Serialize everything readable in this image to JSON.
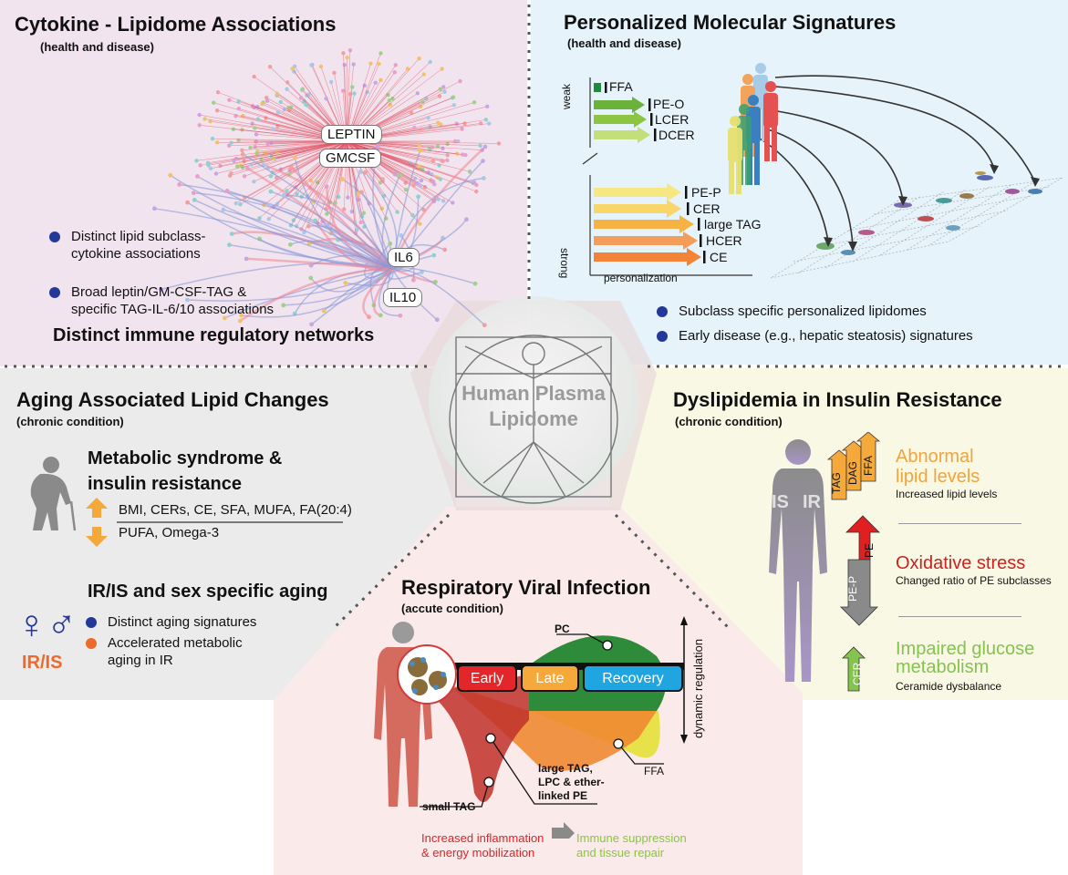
{
  "colors": {
    "blue_dot": "#23399a",
    "orange_dot": "#ee6a2c",
    "pink_panel": "#f2e4ee",
    "blue_panel": "#e6f3fa",
    "grey_panel": "#ebebeb",
    "yellow_panel": "#f8f8e4",
    "red_panel": "#fbeaea"
  },
  "center": {
    "line1": "Human Plasma",
    "line2": "Lipidome"
  },
  "cytokine": {
    "title": "Cytokine - Lipidome Associations",
    "subtitle": "(health and disease)",
    "nodes": {
      "leptin": "LEPTIN",
      "gmcsf": "GMCSF",
      "il6": "IL6",
      "il10": "IL10"
    },
    "bullet1_line1": "Distinct lipid subclass-",
    "bullet1_line2": "cytokine associations",
    "bullet2_line1": "Broad leptin/GM-CSF-TAG &",
    "bullet2_line2": "specific TAG-IL-6/10 associations",
    "footer": "Distinct immune regulatory networks"
  },
  "personalized": {
    "title": "Personalized Molecular Signatures",
    "subtitle": "(health and disease)",
    "weak_label": "weak",
    "strong_label": "strong",
    "axis_label": "personalization",
    "weak_items": [
      "FFA",
      "PE-O",
      "LCER",
      "DCER"
    ],
    "strong_items": [
      "PE-P",
      "CER",
      "large TAG",
      "HCER",
      "CE"
    ],
    "bullet1": "Subclass specific personalized lipidomes",
    "bullet2": "Early disease (e.g., hepatic steatosis) signatures"
  },
  "aging": {
    "title": "Aging Associated Lipid Changes",
    "subtitle": "(chronic condition)",
    "heading1_line1": "Metabolic syndrome &",
    "heading1_line2": "insulin resistance",
    "up_text": "BMI, CERs, CE, SFA, MUFA, FA(20:4)",
    "down_text": "PUFA, Omega-3",
    "heading2": "IR/IS and sex specific aging",
    "irs_label": "IR/IS",
    "bullet1": "Distinct aging signatures",
    "bullet2_line1": "Accelerated metabolic",
    "bullet2_line2": "aging in IR"
  },
  "dyslipidemia": {
    "title": "Dyslipidemia in Insulin Resistance",
    "subtitle": "(chronic condition)",
    "is_label": "IS",
    "ir_label": "IR",
    "arrow_labels": [
      "TAG",
      "DAG",
      "FFA"
    ],
    "abnormal_line1": "Abnormal",
    "abnormal_line2": "lipid levels",
    "abnormal_desc": "Increased lipid levels",
    "pe_label": "PE",
    "pep_label": "PE-P",
    "oxidative": "Oxidative stress",
    "oxidative_desc": "Changed ratio of PE subclasses",
    "cer_label": "CER",
    "glucose_line1": "Impaired glucose",
    "glucose_line2": "metabolism",
    "glucose_desc": "Ceramide dysbalance"
  },
  "viral": {
    "title": "Respiratory Viral Infection",
    "subtitle": "(accute condition)",
    "phases": [
      "Early",
      "Late",
      "Recovery"
    ],
    "pc": "PC",
    "ffa": "FFA",
    "small_tag": "small TAG",
    "large_tag_line1": "large TAG,",
    "large_tag_line2": "LPC & ether-",
    "large_tag_line3": "linked PE",
    "dynamic": "dynamic regulation",
    "inflammation_line1": "Increased inflammation",
    "inflammation_line2": "& energy mobilization",
    "repair_line1": "Immune suppression",
    "repair_line2": "and tissue repair"
  }
}
